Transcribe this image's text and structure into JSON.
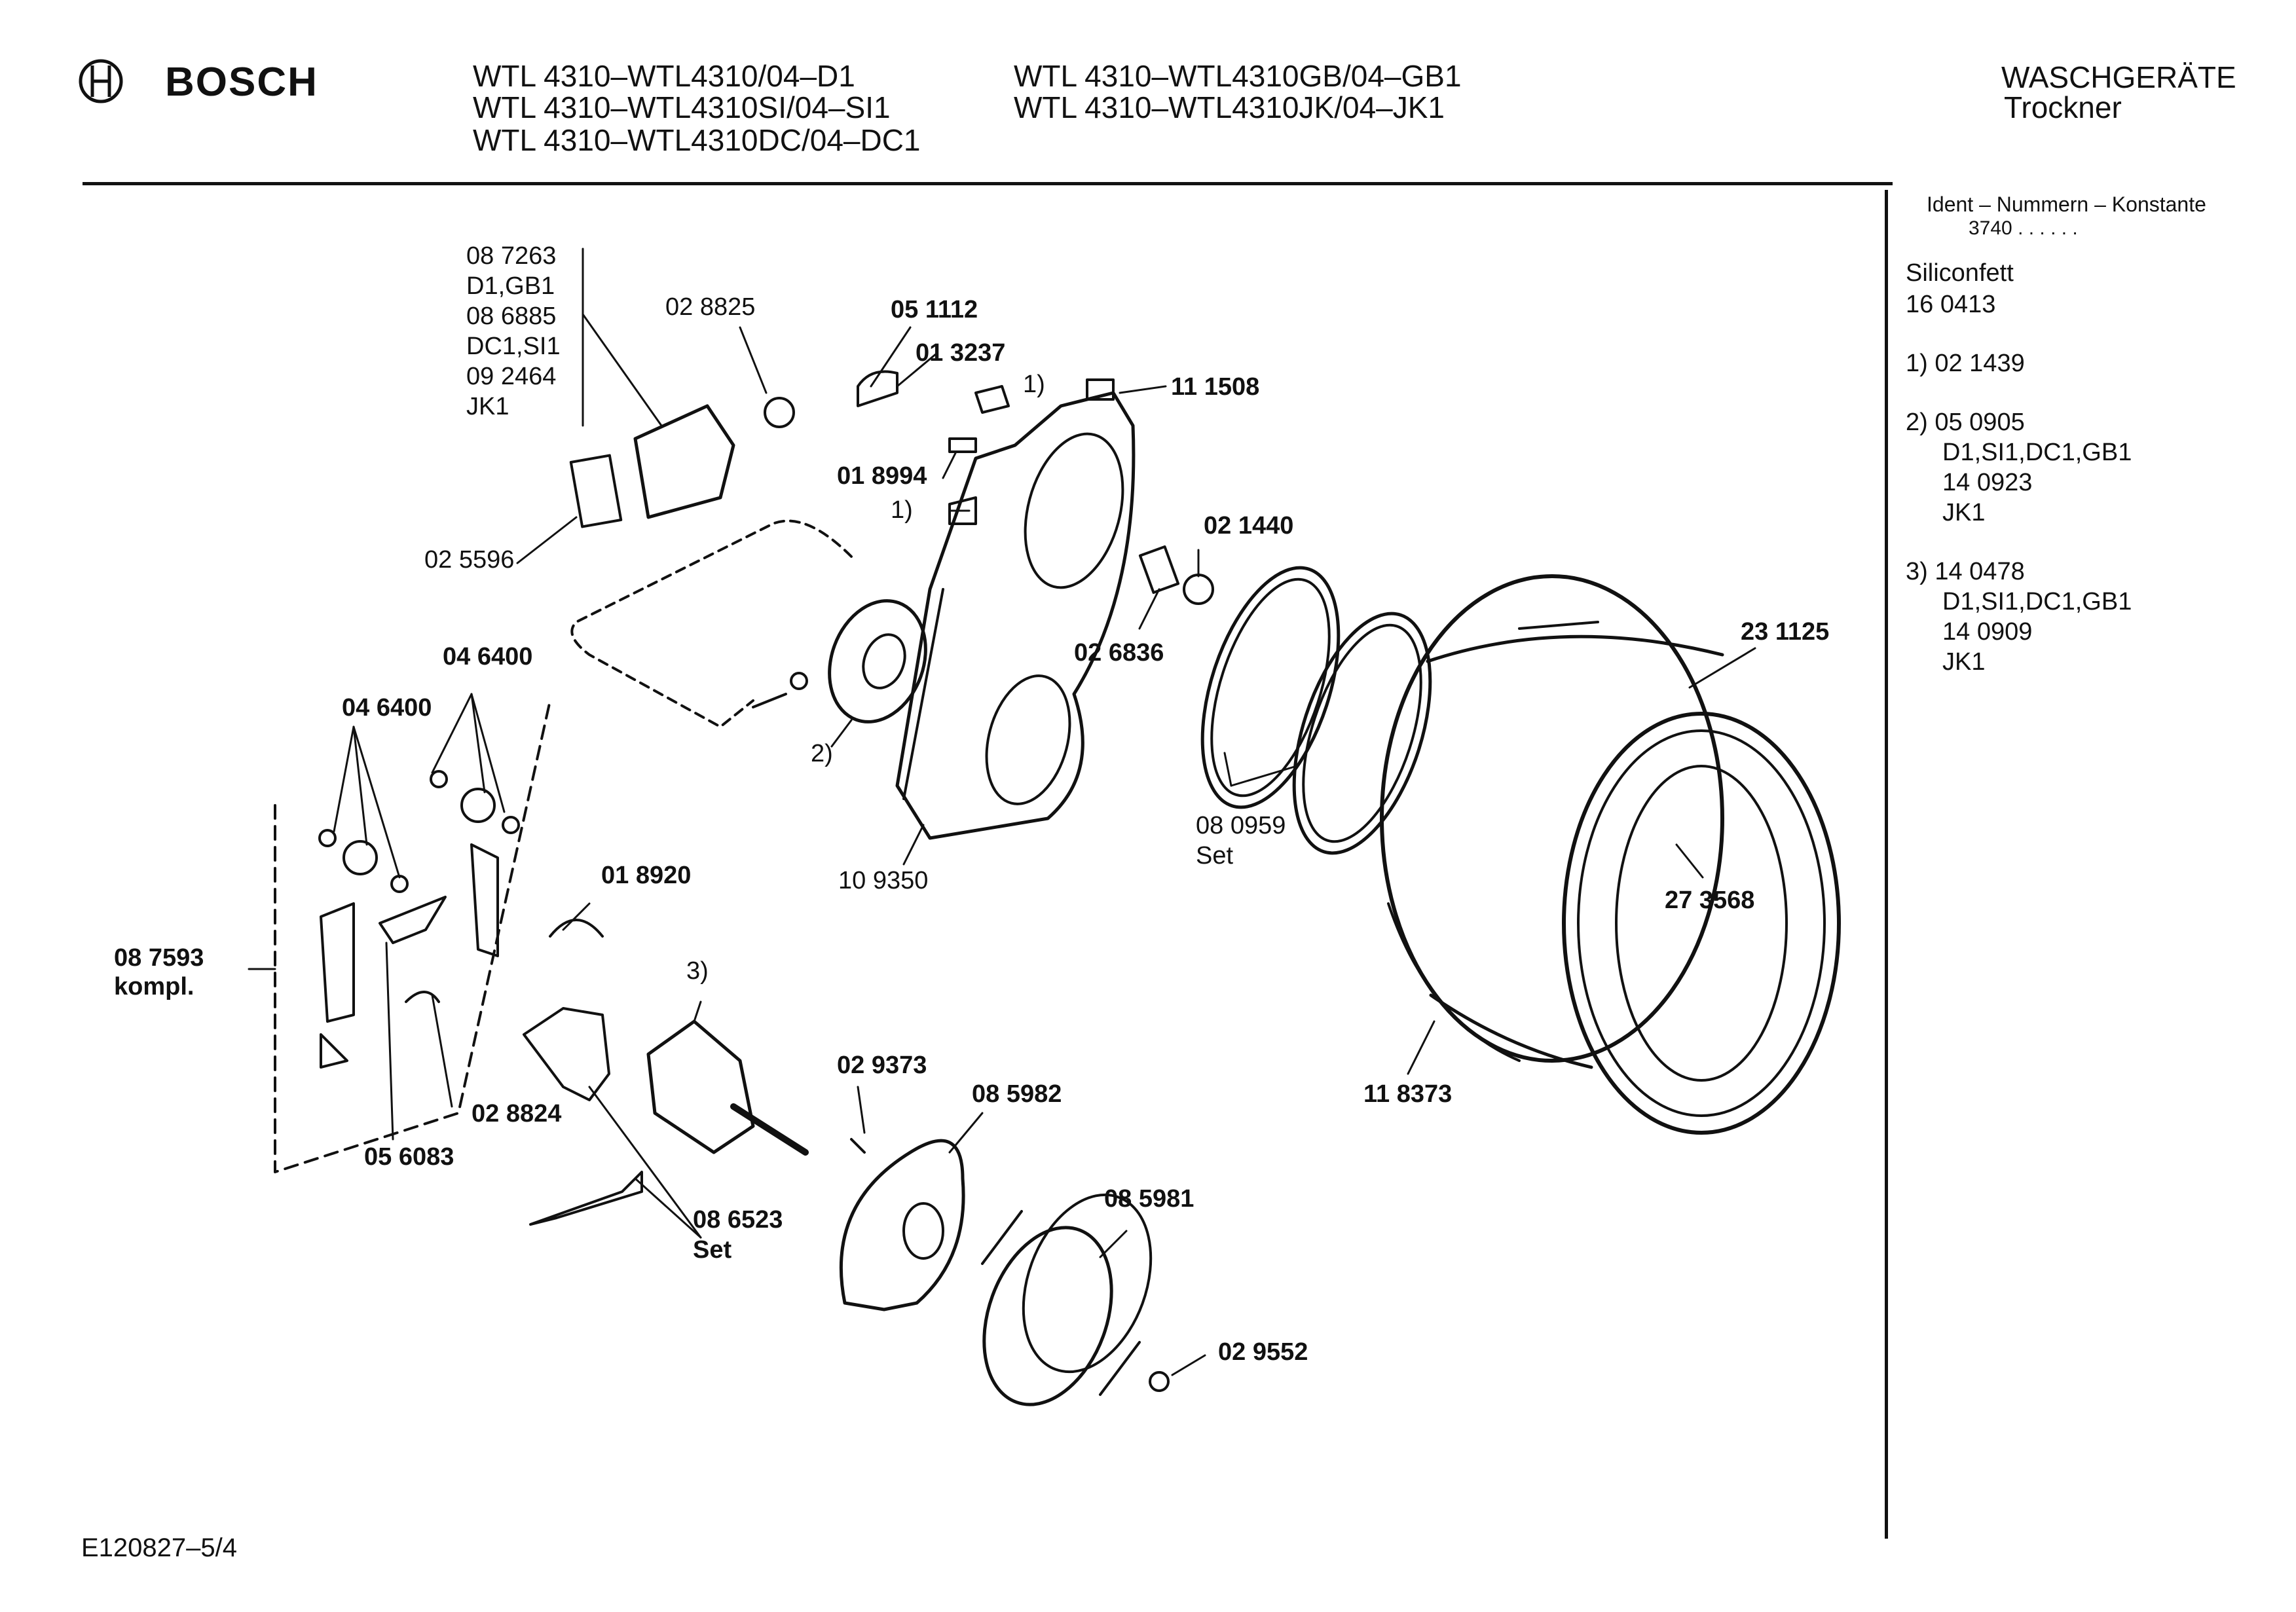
{
  "brand": "BOSCH",
  "models": {
    "col1": [
      "WTL 4310–WTL4310/04–D1",
      "WTL 4310–WTL4310SI/04–SI1",
      "WTL 4310–WTL4310DC/04–DC1"
    ],
    "col2": [
      "WTL 4310–WTL4310GB/04–GB1",
      "WTL 4310–WTL4310JK/04–JK1"
    ]
  },
  "category": {
    "line1": "WASCHGERÄTE",
    "line2": "Trockner"
  },
  "sidebar": {
    "ident_title": "Ident – Nummern – Konstante",
    "ident_value": "3740  .  .  .  .  .  .",
    "grease_name": "Siliconfett",
    "grease_no": "16 0413",
    "note1": "1)  02 1439",
    "note2": [
      "2)  05 0905",
      "D1,SI1,DC1,GB1",
      "14 0923",
      "JK1"
    ],
    "note3": [
      "3)  14 0478",
      "D1,SI1,DC1,GB1",
      "14 0909",
      "JK1"
    ]
  },
  "parts": {
    "p087263": "08 7263",
    "d1gb1": "D1,GB1",
    "p086885": "08 6885",
    "dc1si1": "DC1,SI1",
    "p092464": "09 2464",
    "jk1": "JK1",
    "p028825": "02 8825",
    "p025596": "02 5596",
    "p051112": "05 1112",
    "p013237": "01 3237",
    "note1a": "1)",
    "p111508": "11 1508",
    "p018994": "01 8994",
    "note1b": "1)",
    "p021440": "02 1440",
    "p026836": "02 6836",
    "p231125": "23 1125",
    "p046400a": "04 6400",
    "p046400b": "04 6400",
    "note2": "2)",
    "p109350": "10 9350",
    "p080959": "08 0959",
    "set1": "Set",
    "p273568": "27 3568",
    "p018920": "01 8920",
    "p087593": "08 7593",
    "kompl": "kompl.",
    "note3": "3)",
    "p029373": "02 9373",
    "p085982": "08 5982",
    "p118373": "11 8373",
    "p028824": "02 8824",
    "p056083": "05 6083",
    "p086523": "08 6523",
    "set2": "Set",
    "p085981": "08 5981",
    "p029552": "02 9552"
  },
  "footer": "E120827–5/4"
}
